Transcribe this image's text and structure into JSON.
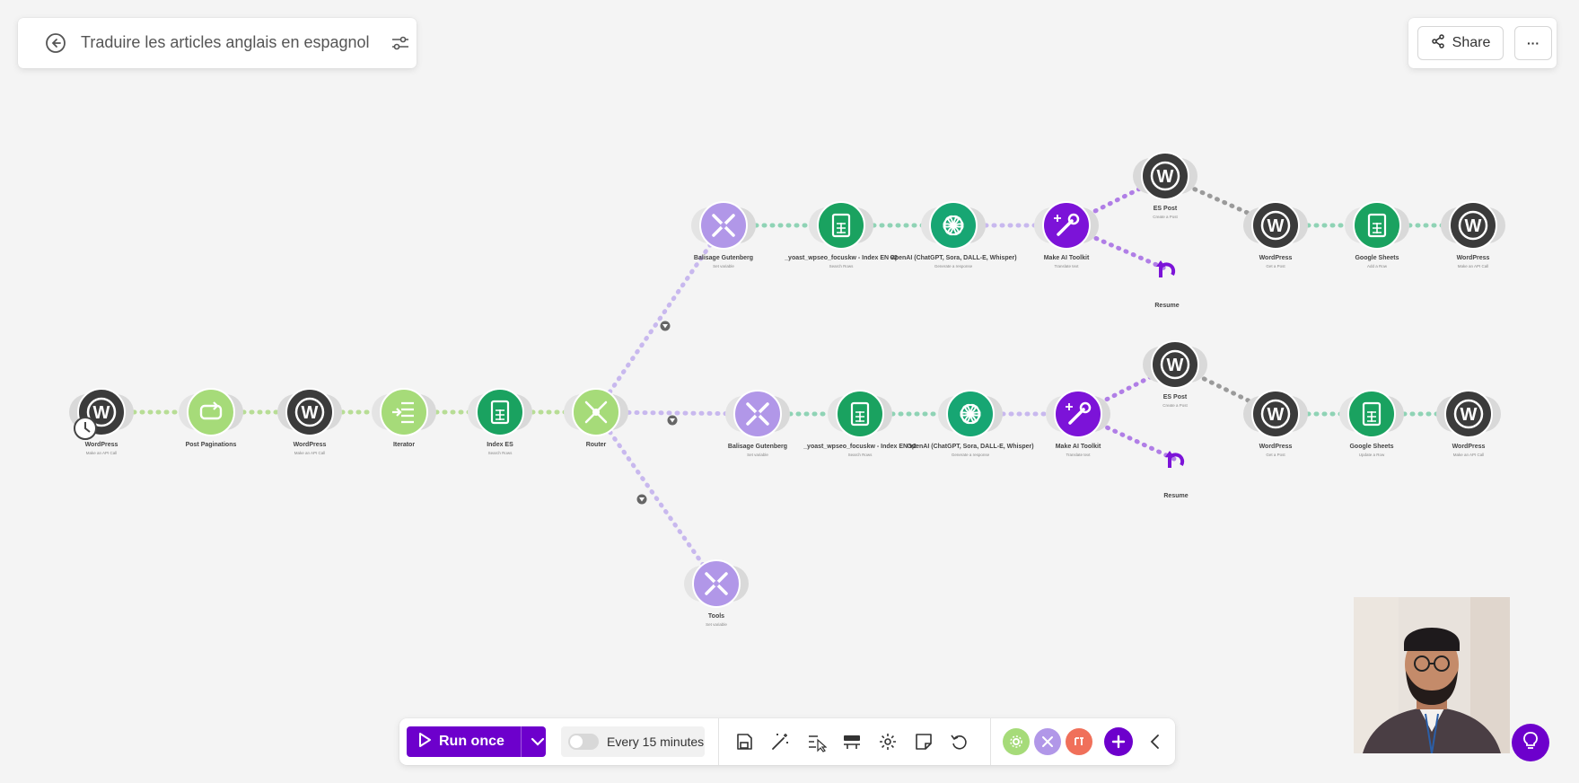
{
  "scenario": {
    "title": "Traduire les articles anglais en espagnol"
  },
  "header": {
    "share_label": "Share",
    "more_label": "···"
  },
  "toolbar": {
    "run_once_label": "Run once",
    "schedule_label": "Every 15 minutes"
  },
  "colors": {
    "accent": "#6d00cc",
    "wordpress": "#3b3b3b",
    "sheets": "#1aa260",
    "openai": "#17a673",
    "router": "#a6db79",
    "tools": "#b197e8",
    "ai_toolkit": "#7c13d8",
    "canvas": "#f4f4f4"
  },
  "flow": {
    "nodes": [
      {
        "id": "wp1",
        "kind": "wordpress",
        "label": "WordPress",
        "sub": "Make an API Call"
      },
      {
        "id": "pag",
        "kind": "repeat",
        "label": "Post Paginations",
        "sub": ""
      },
      {
        "id": "wp2",
        "kind": "wordpress",
        "label": "WordPress",
        "sub": "Make an API Call"
      },
      {
        "id": "iter",
        "kind": "iterator",
        "label": "Iterator",
        "sub": ""
      },
      {
        "id": "idx",
        "kind": "sheets",
        "label": "Index ES",
        "sub": "Search Rows"
      },
      {
        "id": "router",
        "kind": "router",
        "label": "Router",
        "sub": ""
      },
      {
        "id": "t1",
        "kind": "tools",
        "label": "Balisage Gutenberg",
        "sub": "Set variable"
      },
      {
        "id": "s1",
        "kind": "sheets",
        "label": "_yoast_wpseo_focuskw - Index EN v2",
        "sub": "Search Rows"
      },
      {
        "id": "o1",
        "kind": "openai",
        "label": "OpenAI (ChatGPT, Sora, DALL-E, Whisper)",
        "sub": "Generate a response"
      },
      {
        "id": "ai1",
        "kind": "aitoolkit",
        "label": "Make AI Toolkit",
        "sub": "Translate text"
      },
      {
        "id": "esp1",
        "kind": "wordpress",
        "label": "ES Post",
        "sub": "Create a Post"
      },
      {
        "id": "res1",
        "kind": "resume",
        "label": "Resume",
        "sub": ""
      },
      {
        "id": "wp3",
        "kind": "wordpress",
        "label": "WordPress",
        "sub": "Get a Post"
      },
      {
        "id": "gs1",
        "kind": "sheets",
        "label": "Google Sheets",
        "sub": "Add a Row"
      },
      {
        "id": "wp4",
        "kind": "wordpress",
        "label": "WordPress",
        "sub": "Make an API Call"
      },
      {
        "id": "t2",
        "kind": "tools",
        "label": "Balisage Gutenberg",
        "sub": "Set variable"
      },
      {
        "id": "s2",
        "kind": "sheets",
        "label": "_yoast_wpseo_focuskw - Index EN v2",
        "sub": "Search Rows"
      },
      {
        "id": "o2",
        "kind": "openai",
        "label": "OpenAI (ChatGPT, Sora, DALL-E, Whisper)",
        "sub": "Generate a response"
      },
      {
        "id": "ai2",
        "kind": "aitoolkit",
        "label": "Make AI Toolkit",
        "sub": "Translate text"
      },
      {
        "id": "esp2",
        "kind": "wordpress",
        "label": "ES Post",
        "sub": "Create a Post"
      },
      {
        "id": "res2",
        "kind": "resume",
        "label": "Resume",
        "sub": ""
      },
      {
        "id": "wp5",
        "kind": "wordpress",
        "label": "WordPress",
        "sub": "Get a Post"
      },
      {
        "id": "gs2",
        "kind": "sheets",
        "label": "Google Sheets",
        "sub": "Update a Row"
      },
      {
        "id": "wp6",
        "kind": "wordpress",
        "label": "WordPress",
        "sub": "Make an API Call"
      },
      {
        "id": "t3",
        "kind": "tools",
        "label": "Tools",
        "sub": "Set variable"
      }
    ],
    "edges": [
      [
        "wp1",
        "pag"
      ],
      [
        "pag",
        "wp2"
      ],
      [
        "wp2",
        "iter"
      ],
      [
        "iter",
        "idx"
      ],
      [
        "idx",
        "router"
      ],
      [
        "router",
        "t1"
      ],
      [
        "router",
        "t2"
      ],
      [
        "router",
        "t3"
      ],
      [
        "t1",
        "s1"
      ],
      [
        "s1",
        "o1"
      ],
      [
        "o1",
        "ai1"
      ],
      [
        "ai1",
        "esp1"
      ],
      [
        "ai1",
        "res1"
      ],
      [
        "esp1",
        "wp3"
      ],
      [
        "wp3",
        "gs1"
      ],
      [
        "gs1",
        "wp4"
      ],
      [
        "t2",
        "s2"
      ],
      [
        "s2",
        "o2"
      ],
      [
        "o2",
        "ai2"
      ],
      [
        "ai2",
        "esp2"
      ],
      [
        "ai2",
        "res2"
      ],
      [
        "esp2",
        "wp5"
      ],
      [
        "wp5",
        "gs2"
      ],
      [
        "gs2",
        "wp6"
      ]
    ]
  }
}
